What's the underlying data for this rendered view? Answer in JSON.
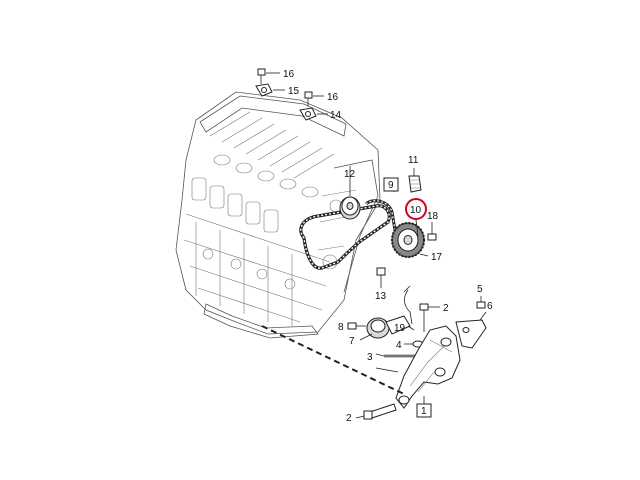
{
  "callouts": {
    "c16a": "16",
    "c15": "15",
    "c16b": "16",
    "c14": "14",
    "c11": "11",
    "c12": "12",
    "c9": "9",
    "c10": "10",
    "c18": "18",
    "c17": "17",
    "c13": "13",
    "c5": "5",
    "c6": "6",
    "c2a": "2",
    "c8": "8",
    "c19": "19",
    "c4": "4",
    "c7": "7",
    "c3": "3",
    "c1": "1",
    "c2b": "2"
  },
  "highlight": {
    "callout": "10",
    "color": "#d0021b"
  }
}
